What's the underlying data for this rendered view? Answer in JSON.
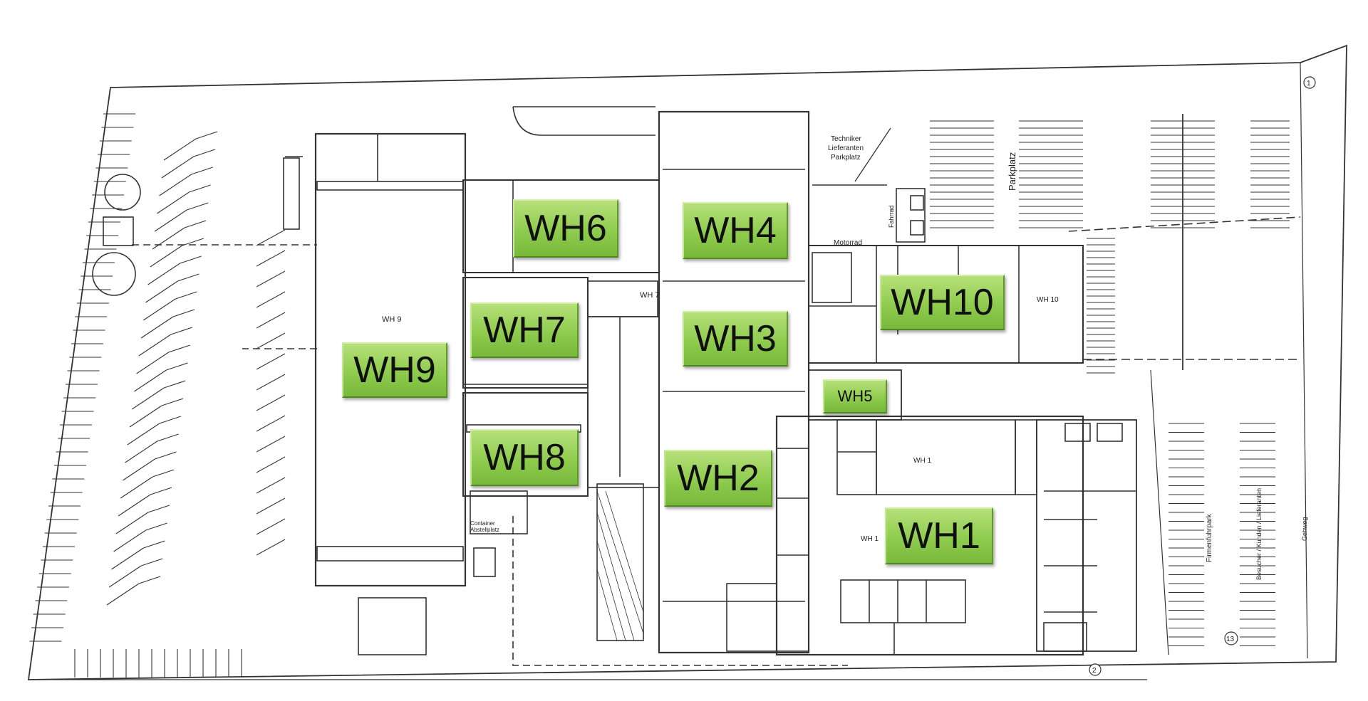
{
  "warehouses": [
    {
      "id": "wh6",
      "label": "WH6"
    },
    {
      "id": "wh4",
      "label": "WH4"
    },
    {
      "id": "wh7",
      "label": "WH7"
    },
    {
      "id": "wh3",
      "label": "WH3"
    },
    {
      "id": "wh9",
      "label": "WH9"
    },
    {
      "id": "wh10",
      "label": "WH10"
    },
    {
      "id": "wh5",
      "label": "WH5"
    },
    {
      "id": "wh8",
      "label": "WH8"
    },
    {
      "id": "wh2",
      "label": "WH2"
    },
    {
      "id": "wh1",
      "label": "WH1"
    }
  ],
  "plan_labels": {
    "wh9_room": "WH 9",
    "wh1_room_upper": "WH 1",
    "wh1_room_lower": "WH 1",
    "wh10_room": "WH 10",
    "wh7_room": "WH 7",
    "parkplatz": "Parkplatz",
    "motorrad": "Motorrad",
    "fahrrad": "Fahrrad",
    "techniker_1": "Techniker",
    "techniker_2": "Lieferanten",
    "techniker_3": "Parkplatz",
    "firmenfuhrpark": "Firmenfuhrpark",
    "besucher": "Besucher / Kunden / Lieferanten",
    "gehweg": "Gehweg",
    "container": "Container",
    "abstellplatz": "Abstellplatz",
    "marker_1": "1",
    "marker_2": "2",
    "marker_13": "13"
  }
}
